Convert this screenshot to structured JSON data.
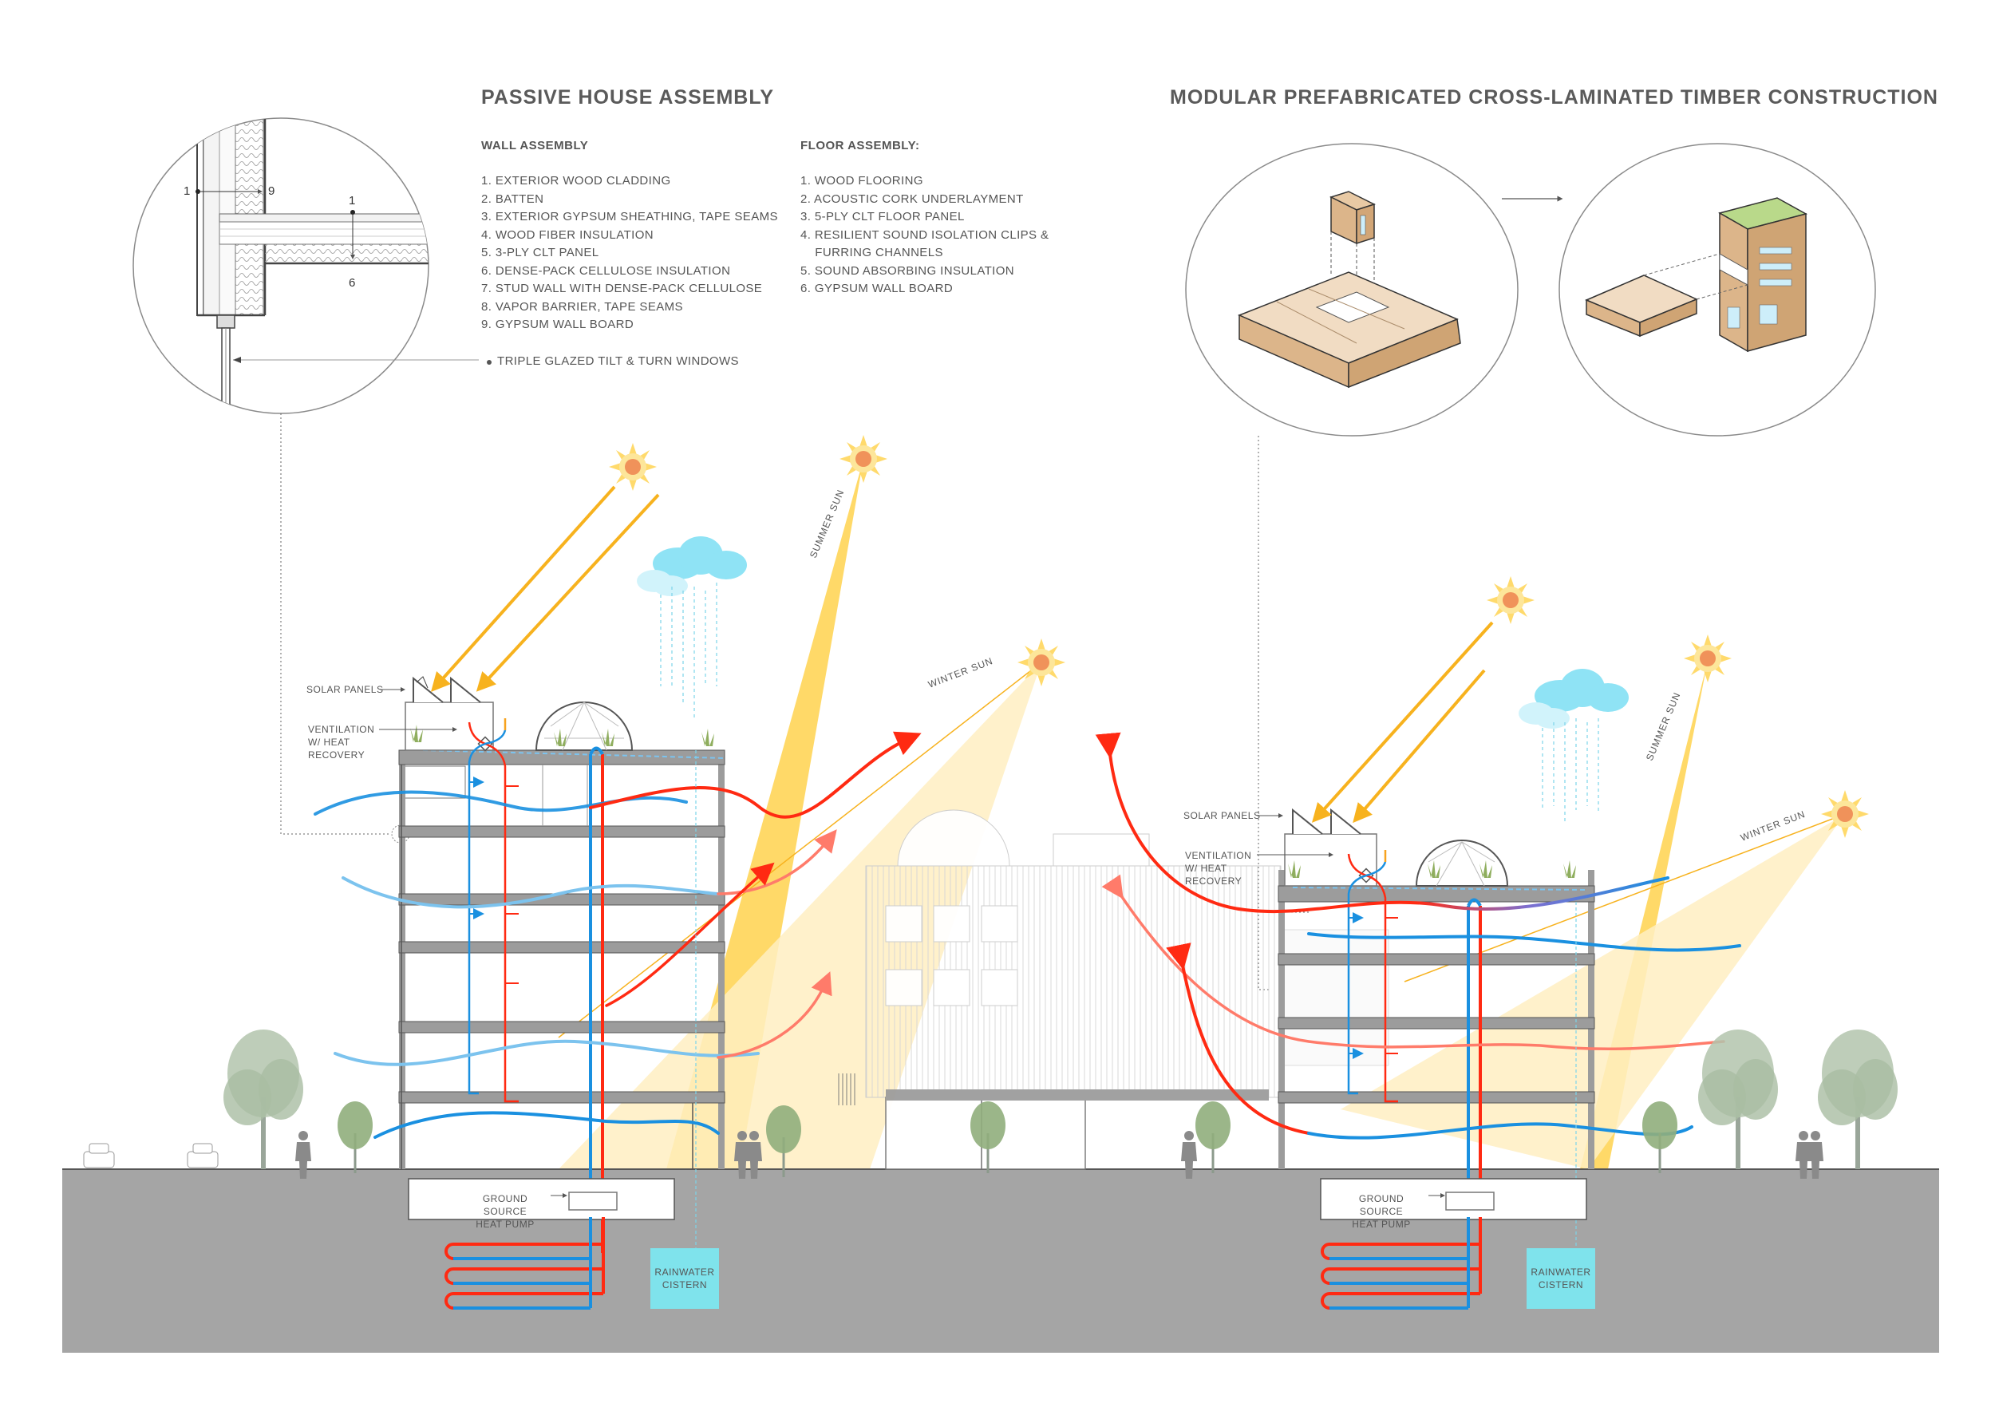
{
  "passive_house": {
    "title": "PASSIVE HOUSE ASSEMBLY",
    "wall_assembly": {
      "heading": "WALL ASSEMBLY",
      "items": [
        "1. EXTERIOR WOOD CLADDING",
        "2. BATTEN",
        "3. EXTERIOR GYPSUM SHEATHING, TAPE SEAMS",
        "4. WOOD FIBER INSULATION",
        "5. 3-PLY CLT PANEL",
        "6. DENSE-PACK CELLULOSE INSULATION",
        "7. STUD WALL WITH DENSE-PACK CELLULOSE",
        "8. VAPOR BARRIER, TAPE SEAMS",
        "9. GYPSUM WALL BOARD"
      ],
      "window_note": "TRIPLE GLAZED TILT & TURN WINDOWS"
    },
    "floor_assembly": {
      "heading": "FLOOR ASSEMBLY:",
      "items": [
        "1. WOOD FLOORING",
        "2. ACOUSTIC CORK UNDERLAYMENT",
        "3. 5-PLY CLT FLOOR PANEL",
        "4. RESILIENT SOUND ISOLATION CLIPS &",
        "    FURRING CHANNELS",
        "5. SOUND ABSORBING INSULATION",
        "6. GYPSUM WALL BOARD"
      ]
    },
    "detail_callouts": {
      "wall_start": "1",
      "wall_end": "9",
      "floor_start": "1",
      "floor_end": "6"
    }
  },
  "modular": {
    "title": "MODULAR PREFABRICATED CROSS-LAMINATED TIMBER CONSTRUCTION"
  },
  "section_labels": {
    "solar_panels": "SOLAR PANELS",
    "ventilation": [
      "VENTILATION",
      "W/ HEAT",
      "RECOVERY"
    ],
    "summer_sun": "SUMMER SUN",
    "winter_sun": "WINTER SUN",
    "ground_source": [
      "GROUND SOURCE",
      "HEAT PUMP"
    ],
    "rainwater": [
      "RAINWATER",
      "CISTERN"
    ]
  },
  "colors": {
    "hot_air": "#ff2a12",
    "cool_air": "#1a90e0",
    "cool_air_light": "#7cc3ee",
    "summer_sun_beam": "#ffd24d",
    "winter_sun_beam": "#ffeec2",
    "sun_arrow": "#f7b21e",
    "ground": "#a5a5a5",
    "concrete": "#9c9c9c",
    "cistern": "#7fe3ec",
    "timber": "#dcb58a",
    "roof_green": "#b9d98a"
  }
}
